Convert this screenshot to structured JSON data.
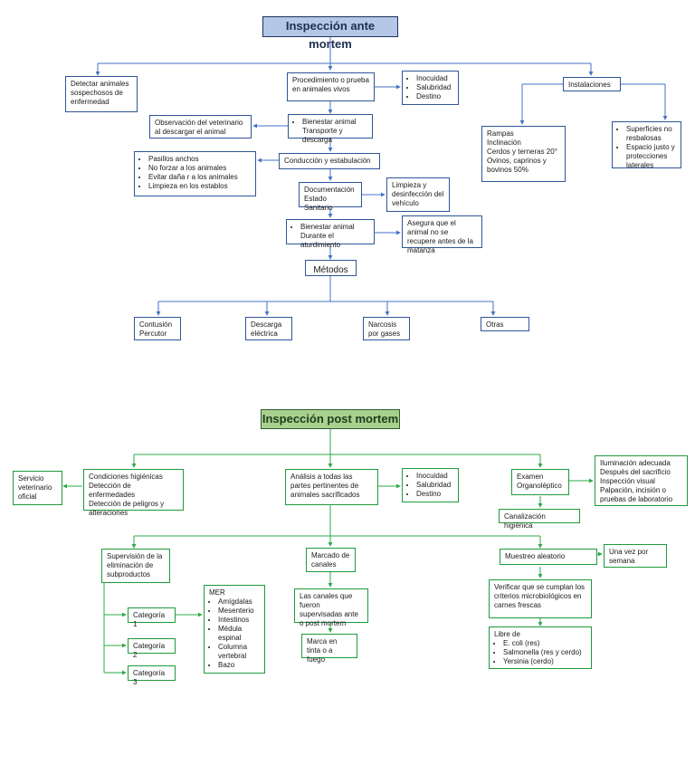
{
  "ante": {
    "title": "Inspección ante mortem",
    "detectar": "Detectar animales sospechosos de enfermedad",
    "procedimiento": "Procedimiento o prueba en animales vivos",
    "inocuidad_list": [
      "Inocuidad",
      "Salubridad",
      "Destino"
    ],
    "instalaciones": "Instalaciones",
    "observacion": "Observación del veterinario al descargar el animal",
    "bienestar_transporte": "Bienestar animal Transporte y descarga",
    "rampas": "Rampas",
    "inclinacion": "Inclinación",
    "cerdos": "Cerdos y terneras 20°",
    "ovinos": "Ovinos, caprinos y bovinos 50%",
    "superficies_list": [
      "Superficies no resbalosas",
      "Espacio justo y protecciones laterales"
    ],
    "pasillos_list": [
      "Pasillos anchos",
      "No forzar a los animales",
      "Evitar daña r a los animales",
      "Limpieza en los establos"
    ],
    "conduccion": "Conducción y estabulación",
    "documentacion_1": "Documentación",
    "documentacion_2": "Estado Sanitario",
    "limpieza": "Limpieza y desinfección del vehículo",
    "bienestar_aturdimiento": "Bienestar animal Durante el aturdimiento",
    "asegura": "Asegura que el animal no se recupere antes de la matanza",
    "metodos": "Métodos",
    "contusion_1": "Contusión",
    "contusion_2": "Percutor",
    "descarga": "Descarga eléctrica",
    "narcosis": "Narcosis por gases",
    "otras": "Otras"
  },
  "post": {
    "title": "Inspección post mortem",
    "servicio": "Servicio veterinario oficial",
    "condiciones_1": "Condiciones higiénicas",
    "condiciones_2": "Detección de enfermedades",
    "condiciones_3": "Detección de peligros y alteraciones",
    "analisis": "Análisis a todas las partes pertinentes de animales sacrificados",
    "inocuidad_list": [
      "Inocuidad",
      "Salubridad",
      "Destino"
    ],
    "examen": "Examen Organoléptico",
    "iluminacion_1": "Iluminación adecuada",
    "iluminacion_2": "Después del sacrificio",
    "iluminacion_3": "Inspección visual",
    "iluminacion_4": "Palpación, incisión o pruebas de laboratorio",
    "canalizacion": "Canalización higiénica",
    "supervision": "Supervisión de la eliminación de subproductos",
    "marcado": "Marcado de canales",
    "muestreo": "Muestreo aleatorio",
    "una_vez": "Una vez por semana",
    "categoria_1": "Categoría 1",
    "categoria_2": "Categoría 2",
    "categoria_3": "Categoría 3",
    "mer_title": "MER",
    "mer_list": [
      "Amígdalas",
      "Mesenterio",
      "Intestinos",
      "Médula espinal",
      "Columna vertebral",
      "Bazo"
    ],
    "canales_sup": "Las canales que fueron supervisadas ante o post mortem",
    "marca_tinta": "Marca en tinta o a fuego",
    "verificar": "Verificar que se cumplan los criterios microbiológicos en carnes frescas",
    "libre_title": "Libre de",
    "libre_list": [
      "E. coli (res)",
      "Salmonella (res y cerdo)",
      "Yersinia (cerdo)"
    ]
  }
}
